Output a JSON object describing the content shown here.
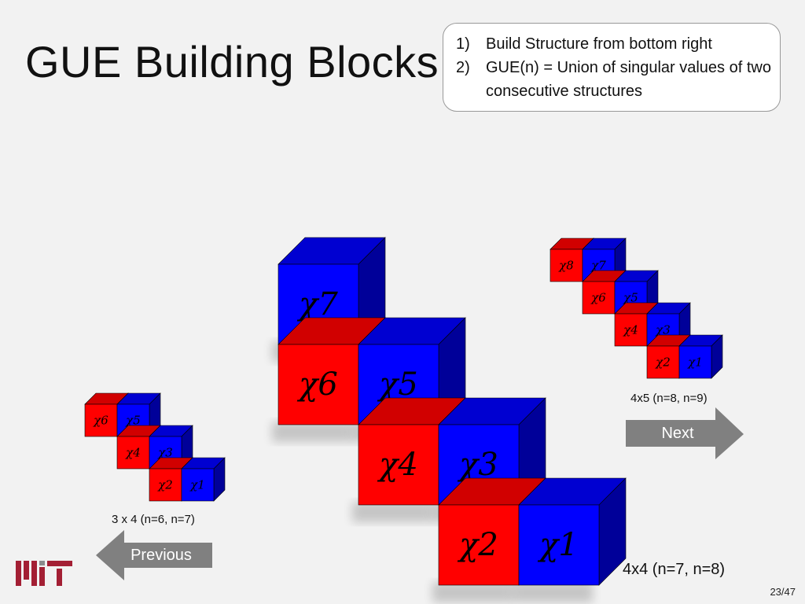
{
  "slide": {
    "title": "GUE Building Blocks",
    "page_number": "23/47"
  },
  "notes": [
    {
      "num": "1)",
      "text": "Build Structure from bottom right"
    },
    {
      "num": "2)",
      "text": "GUE(n) = Union of  singular values of two consecutive structures"
    }
  ],
  "blocks": {
    "large": [
      "χ7",
      "χ6",
      "χ5",
      "χ4",
      "χ3",
      "χ2",
      "χ1"
    ],
    "small_left": [
      "χ6",
      "χ5",
      "χ4",
      "χ3",
      "χ2",
      "χ1"
    ],
    "small_right": [
      "χ8",
      "χ7",
      "χ6",
      "χ5",
      "χ4",
      "χ3",
      "χ2",
      "χ1"
    ]
  },
  "captions": {
    "large": "4x4  (n=7, n=8)",
    "small_left": "3 x 4  (n=6, n=7)",
    "small_right": "4x5  (n=8, n=9)"
  },
  "navigation": {
    "next_label": "Next",
    "previous_label": "Previous"
  },
  "colors": {
    "red": "#ff0000",
    "blue": "#0000ff",
    "arrow": "#808080",
    "background": "#f2f2f2"
  },
  "logo": {
    "icon": "mit-logo-icon"
  }
}
